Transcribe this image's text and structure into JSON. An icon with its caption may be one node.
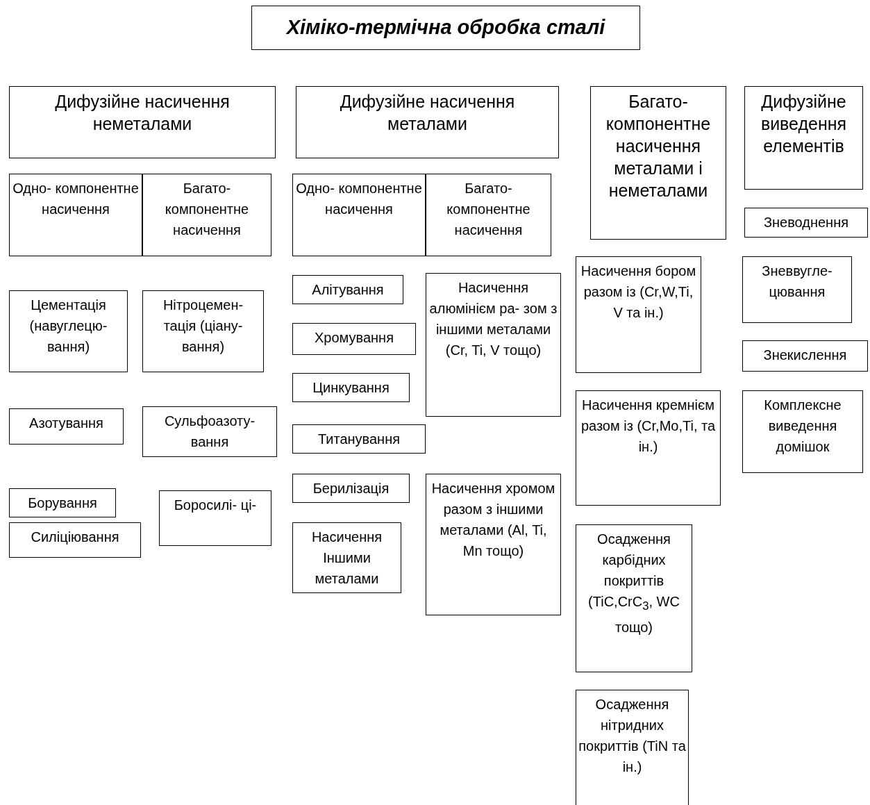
{
  "diagram": {
    "title": "Хіміко-термічна обробка сталі",
    "nodes": [
      {
        "text": [
          "Дифузійне насичення неметалами"
        ]
      },
      {
        "text": [
          "Дифузійне насичення металами"
        ]
      },
      {
        "text": [
          "Багато- компонентне насичення металами і неметалами"
        ]
      },
      {
        "text": [
          "Дифузійне виведення елементів"
        ]
      },
      {
        "text": [
          "Одно- компонентне насичення"
        ]
      },
      {
        "text": [
          "Багато- компонентне насичення"
        ]
      },
      {
        "text": [
          "Одно- компонентне насичення"
        ]
      },
      {
        "text": [
          "Багато- компонентне насичення"
        ]
      },
      {
        "text": [
          "Зневоднення"
        ]
      },
      {
        "text": [
          "Цементація (навуглецю- вання)"
        ]
      },
      {
        "text": [
          "Нітроцемен- тація (ціану- вання)"
        ]
      },
      {
        "text": [
          "Алітування"
        ]
      },
      {
        "text": [
          "Насичення алюмінієм ра- зом з іншими металами (Cr, Ti, V тощо)"
        ]
      },
      {
        "text": [
          "Насичення бором разом із (Cr,W,Ti, V та ін.)"
        ]
      },
      {
        "text": [
          "Зневвугле- цювання"
        ]
      },
      {
        "text": [
          "Хромування"
        ]
      },
      {
        "text": [
          "Знекислення"
        ]
      },
      {
        "text": [
          "Цинкування"
        ]
      },
      {
        "text": [
          "Азотування"
        ]
      },
      {
        "text": [
          "Сульфоазоту- вання"
        ]
      },
      {
        "text": [
          "Титанування"
        ]
      },
      {
        "text": [
          "Насичення кремнієм разом із (Cr,Mo,Ti, та ін.)"
        ]
      },
      {
        "text": [
          "Комплексне виведення домішок"
        ]
      },
      {
        "text": [
          "Берилізація"
        ]
      },
      {
        "text": [
          "Насичення хромом разом з іншими металами (Al, Ti, Mn тощо)"
        ]
      },
      {
        "text": [
          "Борування"
        ]
      },
      {
        "text": [
          "Боросилі- ці-"
        ]
      },
      {
        "text": [
          "Силіціювання"
        ]
      },
      {
        "text": [
          "Насичення Іншими металами"
        ]
      },
      {
        "text": [
          "Осадження карбідних покриттів (TiC,CrC$_{3}$, WC тощо)"
        ]
      },
      {
        "text": [
          "Осадження нітридних покриттів (TiN та ін.)"
        ]
      }
    ]
  }
}
